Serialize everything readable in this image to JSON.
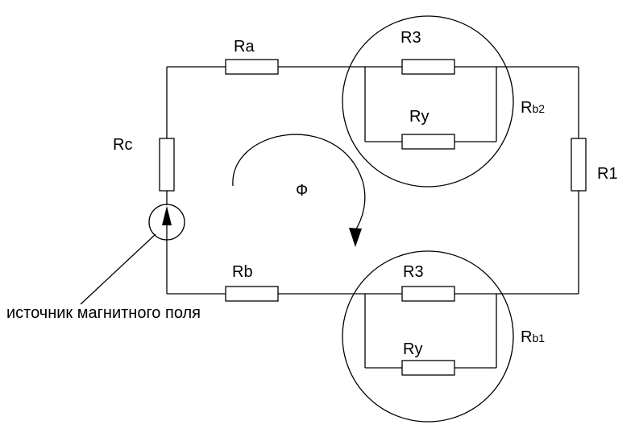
{
  "diagram": {
    "labels": {
      "ra": "Ra",
      "rb": "Rb",
      "rc": "Rc",
      "r1": "R1",
      "flux": "Ф",
      "source_caption": "источник магнитного поля"
    },
    "top_group": {
      "r3": "R3",
      "ry": "Ry",
      "rb2_main": "R",
      "rb2_sub": "b2"
    },
    "bottom_group": {
      "r3": "R3",
      "ry": "Ry",
      "rb1_main": "R",
      "rb1_sub": "b1"
    }
  }
}
